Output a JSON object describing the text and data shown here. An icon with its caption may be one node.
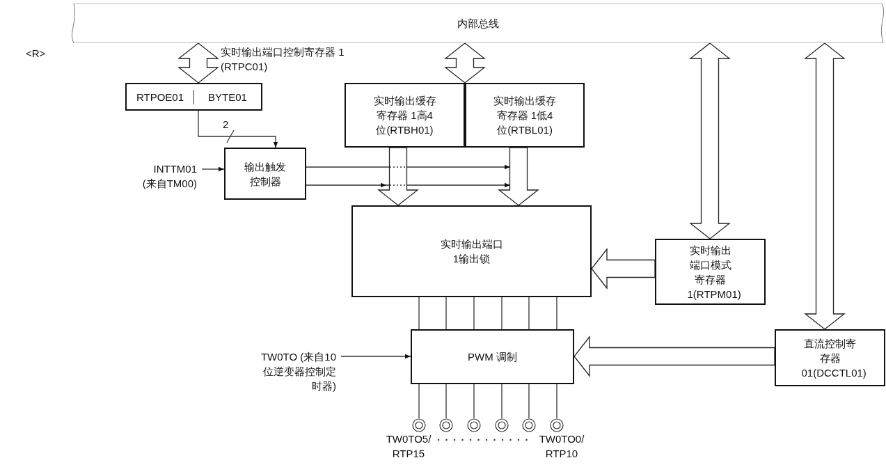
{
  "diagram": {
    "nodes": [
      {
        "text": [
          "内部总线"
        ]
      },
      {
        "text": [
          "RTPOE01",
          "BYTE01"
        ]
      },
      {
        "text": [
          "输出触发控制器"
        ]
      },
      {
        "text": [
          "实时输出缓存寄存器 1高4位(RTBH01)"
        ]
      },
      {
        "text": [
          "实时输出缓存寄存器 1低4位(RTBL01)"
        ]
      },
      {
        "text": [
          "实时输出端口 1输出锁"
        ]
      },
      {
        "text": [
          "实时输出端口模式寄存器 1(RTPM01)"
        ]
      },
      {
        "text": [
          "PWM 调制"
        ]
      },
      {
        "text": [
          "直流控制寄存器 01(DCCTL01)"
        ]
      },
      {
        "text": [
          "INTTM01 (来自TM00)"
        ]
      },
      {
        "text": [
          "TW0TO (来自10位逆变器控制定时器)"
        ]
      },
      {
        "text": [],
        "shape": "circle"
      },
      {
        "text": [],
        "shape": "circle"
      },
      {
        "text": [],
        "shape": "circle"
      },
      {
        "text": [],
        "shape": "circle"
      },
      {
        "text": [],
        "shape": "circle"
      },
      {
        "text": [],
        "shape": "circle"
      }
    ],
    "edges": [
      {
        "from": 0,
        "to": 1,
        "arrow": "both",
        "style": "thick"
      },
      {
        "from": 0,
        "to": 3,
        "arrow": "both",
        "style": "thick"
      },
      {
        "from": 0,
        "to": 4,
        "arrow": "both",
        "style": "thick"
      },
      {
        "from": 0,
        "to": 6,
        "arrow": "both",
        "style": "thick"
      },
      {
        "from": 0,
        "to": 8,
        "arrow": "both",
        "style": "thick"
      },
      {
        "from": 1,
        "to": 2,
        "arrow": "to",
        "label": "2"
      },
      {
        "from": 9,
        "to": 2,
        "arrow": "to"
      },
      {
        "from": 2,
        "to": 4,
        "arrow": "to"
      },
      {
        "from": 2,
        "to": 5,
        "arrow": "to"
      },
      {
        "from": 3,
        "to": 5,
        "arrow": "to",
        "style": "thick"
      },
      {
        "from": 4,
        "to": 5,
        "arrow": "to",
        "style": "thick"
      },
      {
        "from": 6,
        "to": 5,
        "arrow": "to",
        "style": "thick"
      },
      {
        "from": 5,
        "to": 7,
        "arrow": "none"
      },
      {
        "from": 5,
        "to": 7,
        "arrow": "none"
      },
      {
        "from": 5,
        "to": 7,
        "arrow": "none"
      },
      {
        "from": 5,
        "to": 7,
        "arrow": "none"
      },
      {
        "from": 5,
        "to": 7,
        "arrow": "none"
      },
      {
        "from": 5,
        "to": 7,
        "arrow": "none"
      },
      {
        "from": 10,
        "to": 7,
        "arrow": "to"
      },
      {
        "from": 8,
        "to": 7,
        "arrow": "to",
        "style": "thick"
      },
      {
        "from": 7,
        "to": 11,
        "arrow": "none"
      },
      {
        "from": 7,
        "to": 12,
        "arrow": "none"
      },
      {
        "from": 7,
        "to": 13,
        "arrow": "none"
      },
      {
        "from": 7,
        "to": 14,
        "arrow": "none"
      },
      {
        "from": 7,
        "to": 15,
        "arrow": "none"
      },
      {
        "from": 7,
        "to": 16,
        "arrow": "none"
      }
    ],
    "labels": [
      "<R>",
      "实时输出端口控制寄存器 1 (RTPC01)",
      "TW0TO5/ RTP15",
      "TW0TO0/ RTP10"
    ]
  }
}
